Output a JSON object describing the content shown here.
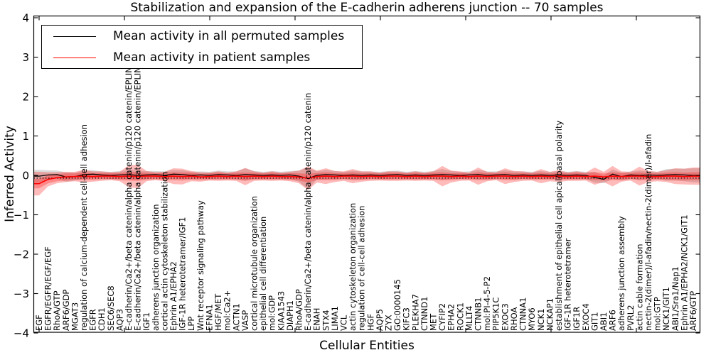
{
  "title": "Stabilization and expansion of the E-cadherin adherens junction -- 70 samples",
  "axes": {
    "ylabel": "Inferred Activity",
    "xlabel": "Cellular Entities",
    "yticks": [
      "4",
      "3",
      "2",
      "1",
      "0",
      "−1",
      "−2",
      "−3",
      "−4"
    ],
    "ylim": [
      -4,
      4
    ]
  },
  "legend": {
    "position": "upper left",
    "items": [
      {
        "label": "Mean activity in all permuted samples",
        "color": "#000000"
      },
      {
        "label": "Mean activity in patient samples",
        "color": "#ff0000"
      }
    ]
  },
  "chart_data": {
    "type": "line",
    "title": "Stabilization and expansion of the E-cadherin adherens junction -- 70 samples",
    "xlabel": "Cellular Entities",
    "ylabel": "Inferred Activity",
    "ylim": [
      -4,
      4
    ],
    "grid": false,
    "legend_position": "upper left",
    "categories": [
      "EGF",
      "EGFR/EGFR/EGF/EGF",
      "RhoA/GTP",
      "ARF6/GDP",
      "MGAT3",
      "regulation of calcium-dependent cell-cell adhesion",
      "EGFR",
      "CDH1",
      "SEC6/SEC8",
      "AQP3",
      "E-cadherin/Ca2+/beta catenin/alpha catenin/p120 catenin/EPLIN",
      "E-cadherin/Ca2+/beta catenin/alpha catenin/p120 catenin/EPLIN",
      "IGF1",
      "adherens junction organization",
      "cortical actin cytoskeleton stabilization",
      "Ephrin A1/EPHA2",
      "IGF-1R heterotetramer/IGF1",
      "LPP",
      "Wnt receptor signaling pathway",
      "EFNA1",
      "HGF/MET",
      "mol:Ca2+",
      "ACTN1",
      "VASP",
      "cortical microtubule organization",
      "epithelial cell differentiation",
      "mol:GDP",
      "KIAA1543",
      "DIAPH1",
      "RhoA/GDP",
      "E-cadherin/Ca2+/beta catenin/alpha catenin/p120 catenin",
      "ENAH",
      "STX4",
      "LIMA1",
      "VCL",
      "actin cytoskeleton organization",
      "regulation of cell-cell adhesion",
      "HGF",
      "AQP5",
      "ZYX",
      "GO:0000145",
      "KIFC3",
      "PLEKHA7",
      "CTNND1",
      "MET",
      "CYFIP2",
      "EPHA2",
      "ROCK1",
      "MLLT4",
      "CTNNB1",
      "mol:PI-4-5-P2",
      "PIP5K1C",
      "EXOC3",
      "RHOA",
      "CTNNA1",
      "MYO6",
      "NCK1",
      "NCKAP1",
      "establishment of epithelial cell apical/basal polarity",
      "IGF-1R heterotetramer",
      "IGF1R",
      "EXOC4",
      "GIT1",
      "ABI1",
      "ARF6",
      "adherens junction assembly",
      "PVRL2",
      "actin cable formation",
      "nectin-2(dimer)/l-afadin/nectin-2(dimer)/l-afadin",
      "mol:GTP",
      "NCK1/GIT1",
      "ABI1/Sra1/Nap1",
      "Ephrin A1/EPHA2/NCK1/GIT1",
      "ARF6/GTP"
    ],
    "series": [
      {
        "name": "Mean activity in all permuted samples",
        "color": "#000000",
        "style": "solid",
        "values": [
          -0.02,
          0.01,
          0.02,
          -0.04,
          -0.03,
          0.02,
          0.03,
          0.01,
          0.0,
          0.01,
          0.02,
          0.0,
          0.01,
          0.02,
          0.0,
          0.03,
          0.02,
          0.0,
          0.01,
          0.0,
          0.02,
          0.01,
          0.0,
          0.02,
          0.01,
          0.0,
          0.01,
          0.0,
          0.01,
          -0.02,
          -0.08,
          0.0,
          0.02,
          0.01,
          0.0,
          0.01,
          0.0,
          0.01,
          0.0,
          0.01,
          0.02,
          0.0,
          0.01,
          0.0,
          0.01,
          0.02,
          0.01,
          0.0,
          0.01,
          0.02,
          0.0,
          0.01,
          0.02,
          0.0,
          0.01,
          0.0,
          0.01,
          0.0,
          0.01,
          0.0,
          0.01,
          0.0,
          -0.05,
          -0.1,
          0.03,
          -0.03,
          0.01,
          0.0,
          0.01,
          0.0,
          0.01,
          0.02,
          0.01,
          0.0
        ]
      },
      {
        "name": "Mean activity in patient samples",
        "color": "#ff0000",
        "style": "solid",
        "values": [
          -0.21,
          -0.1,
          -0.06,
          -0.04,
          -0.03,
          -0.02,
          -0.03,
          -0.02,
          -0.02,
          -0.03,
          -0.02,
          -0.03,
          -0.02,
          -0.02,
          -0.03,
          -0.02,
          -0.03,
          -0.02,
          -0.04,
          -0.03,
          -0.02,
          -0.03,
          -0.02,
          -0.03,
          -0.02,
          -0.03,
          -0.02,
          -0.03,
          -0.03,
          -0.04,
          -0.07,
          -0.03,
          -0.02,
          -0.03,
          -0.02,
          -0.02,
          -0.03,
          -0.02,
          -0.03,
          -0.02,
          -0.02,
          -0.03,
          -0.02,
          -0.03,
          -0.02,
          -0.02,
          -0.03,
          -0.02,
          -0.03,
          -0.02,
          -0.03,
          -0.02,
          -0.02,
          -0.03,
          -0.02,
          -0.03,
          -0.02,
          -0.03,
          -0.02,
          -0.03,
          -0.02,
          -0.03,
          -0.02,
          -0.04,
          -0.02,
          -0.03,
          -0.02,
          -0.02,
          -0.03,
          -0.03,
          -0.02,
          -0.02,
          -0.03,
          -0.02
        ]
      }
    ],
    "reference_line": {
      "value": -0.07,
      "style": "dotted",
      "color": "#000000"
    },
    "bands": [
      {
        "name": "permuted-samples-range",
        "series": 0,
        "color": "#999999",
        "opacity": 0.35,
        "half_widths": [
          0.16,
          0.12,
          0.1,
          0.12,
          0.1,
          0.11,
          0.1,
          0.09,
          0.09,
          0.1,
          0.12,
          0.12,
          0.1,
          0.09,
          0.1,
          0.11,
          0.11,
          0.09,
          0.09,
          0.09,
          0.1,
          0.09,
          0.1,
          0.16,
          0.1,
          0.09,
          0.1,
          0.09,
          0.1,
          0.14,
          0.28,
          0.1,
          0.12,
          0.1,
          0.09,
          0.11,
          0.1,
          0.09,
          0.09,
          0.1,
          0.1,
          0.09,
          0.1,
          0.09,
          0.1,
          0.14,
          0.1,
          0.09,
          0.09,
          0.12,
          0.1,
          0.09,
          0.11,
          0.1,
          0.09,
          0.09,
          0.1,
          0.09,
          0.1,
          0.09,
          0.1,
          0.09,
          0.14,
          0.1,
          0.12,
          0.1,
          0.09,
          0.12,
          0.1,
          0.09,
          0.15,
          0.15,
          0.16,
          0.18
        ]
      },
      {
        "name": "patient-samples-range-outer",
        "series": 1,
        "color": "#ff0000",
        "opacity": 0.27,
        "half_widths": [
          0.3,
          0.18,
          0.14,
          0.13,
          0.12,
          0.16,
          0.13,
          0.12,
          0.1,
          0.12,
          0.28,
          0.3,
          0.13,
          0.1,
          0.12,
          0.2,
          0.2,
          0.13,
          0.12,
          0.1,
          0.12,
          0.1,
          0.12,
          0.22,
          0.12,
          0.1,
          0.12,
          0.1,
          0.12,
          0.16,
          0.3,
          0.15,
          0.2,
          0.14,
          0.12,
          0.18,
          0.13,
          0.12,
          0.1,
          0.12,
          0.12,
          0.1,
          0.12,
          0.1,
          0.12,
          0.26,
          0.15,
          0.12,
          0.1,
          0.22,
          0.12,
          0.1,
          0.2,
          0.14,
          0.12,
          0.1,
          0.18,
          0.12,
          0.15,
          0.11,
          0.12,
          0.1,
          0.22,
          0.13,
          0.26,
          0.13,
          0.11,
          0.24,
          0.14,
          0.12,
          0.15,
          0.2,
          0.2,
          0.22
        ]
      },
      {
        "name": "patient-samples-range-inner",
        "series": 1,
        "color": "#ff0000",
        "opacity": 0.27,
        "half_widths": [
          0.12,
          0.1,
          0.09,
          0.09,
          0.08,
          0.1,
          0.09,
          0.08,
          0.08,
          0.09,
          0.11,
          0.11,
          0.09,
          0.08,
          0.09,
          0.1,
          0.1,
          0.09,
          0.08,
          0.08,
          0.09,
          0.08,
          0.09,
          0.1,
          0.09,
          0.08,
          0.09,
          0.08,
          0.09,
          0.09,
          0.11,
          0.09,
          0.1,
          0.09,
          0.08,
          0.1,
          0.09,
          0.08,
          0.08,
          0.09,
          0.09,
          0.08,
          0.09,
          0.08,
          0.09,
          0.1,
          0.09,
          0.08,
          0.08,
          0.1,
          0.09,
          0.08,
          0.1,
          0.09,
          0.08,
          0.08,
          0.09,
          0.08,
          0.09,
          0.08,
          0.09,
          0.08,
          0.1,
          0.09,
          0.1,
          0.09,
          0.08,
          0.1,
          0.09,
          0.08,
          0.09,
          0.1,
          0.1,
          0.1
        ]
      }
    ]
  }
}
